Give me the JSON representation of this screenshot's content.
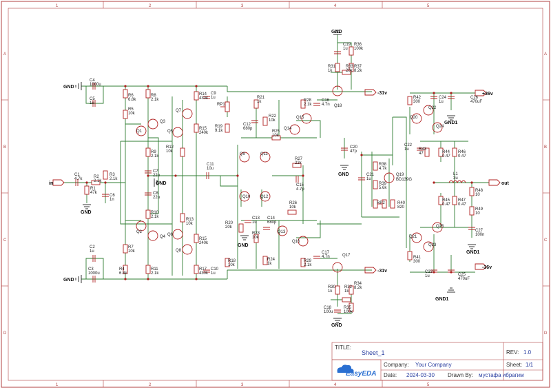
{
  "zones": {
    "columns": [
      "1",
      "2",
      "3",
      "4",
      "5"
    ],
    "rows": [
      "A",
      "B",
      "C",
      "D"
    ]
  },
  "nets": {
    "gnd": "GND",
    "gnd1": "GND1",
    "in": "in",
    "out": "out",
    "pos36": "+36v",
    "neg36": "-36v",
    "neg31": "-31v"
  },
  "components": {
    "C4": [
      "C4",
      "1000u"
    ],
    "C5": [
      "C5",
      "1u"
    ],
    "C1": [
      "C1",
      "4.7k"
    ],
    "R2": [
      "R2",
      "2.1k"
    ],
    "R3": [
      "R3",
      "2.1k"
    ],
    "R1": [
      "R1",
      "47k"
    ],
    "C6": [
      "C6",
      "1n"
    ],
    "C2": [
      "C2",
      "1u"
    ],
    "C3": [
      "C3",
      "1000u"
    ],
    "R4": [
      "R4",
      "6.8k"
    ],
    "R6": [
      "R6",
      "6.8k"
    ],
    "R5": [
      "R5",
      "10k"
    ],
    "R7": [
      "R7",
      "10k"
    ],
    "R8": [
      "R8",
      "2.1k"
    ],
    "R9": [
      "R9",
      "2.1k"
    ],
    "R10": [
      "R10",
      "2.1k"
    ],
    "R11": [
      "R11",
      "2.1k"
    ],
    "C7": [
      "C7",
      "22u"
    ],
    "C8": [
      "C8",
      "22u"
    ],
    "R12": [
      "R12",
      "10k"
    ],
    "R13": [
      "R13",
      "10k"
    ],
    "R15a": [
      "R15",
      "240k"
    ],
    "R15b": [
      "R15",
      "240k"
    ],
    "R14": [
      "R14",
      "430k"
    ],
    "R17": [
      "R17",
      "430k"
    ],
    "C9": [
      "C9",
      "1u"
    ],
    "C10": [
      "C10",
      "1u"
    ],
    "C11": [
      "C11",
      "10u"
    ],
    "RP1": [
      "RP1",
      ""
    ],
    "R19": [
      "R19",
      "9.1k"
    ],
    "R18": [
      "R18",
      "10k"
    ],
    "R21": [
      "R21",
      "1k"
    ],
    "C12": [
      "C12",
      "680p"
    ],
    "R22": [
      "R22",
      "10k"
    ],
    "R25": [
      "R25",
      "10k"
    ],
    "R27": [
      "R27",
      "22k"
    ],
    "C154": [
      "C15",
      "4.7p"
    ],
    "R26": [
      "R26",
      "10k"
    ],
    "C13": [
      "C13",
      "1u"
    ],
    "R20": [
      "R20",
      "20k"
    ],
    "R23": [
      "R23",
      "10k"
    ],
    "C14": [
      "C14",
      "680p"
    ],
    "R24": [
      "R24",
      "1k"
    ],
    "R28": [
      "R28",
      "2.1k"
    ],
    "C16": [
      "C16",
      "4.7n"
    ],
    "R29": [
      "R29",
      "2.1k"
    ],
    "C17": [
      "C17",
      "4.7n"
    ],
    "C19": [
      "C19",
      "1u"
    ],
    "R36": [
      "R36",
      "100k"
    ],
    "R31": [
      "R31",
      "1k"
    ],
    "R33": [
      "R33",
      "20k"
    ],
    "R37": [
      "R37",
      "8.2k"
    ],
    "R30": [
      "R30",
      "1k"
    ],
    "R32": [
      "R32",
      "1k"
    ],
    "R34": [
      "R34",
      "8.2k"
    ],
    "C18": [
      "C18",
      "100u"
    ],
    "R35": [
      "R35",
      "100k"
    ],
    "C20": [
      "C20",
      "47p"
    ],
    "C21": [
      "C21",
      "1u"
    ],
    "R38": [
      "R38",
      "4.7k"
    ],
    "R39": [
      "R39",
      "5.6k"
    ],
    "RP2": [
      "RP2",
      ""
    ],
    "R40": [
      "R40",
      "820"
    ],
    "R42": [
      "R42",
      "300"
    ],
    "R41": [
      "R41",
      "300"
    ],
    "C22": [
      "C22",
      "1u"
    ],
    "R43": [
      "R43",
      "47"
    ],
    "R44": [
      "R44",
      "0.47"
    ],
    "R46": [
      "R46",
      "0.47"
    ],
    "R45": [
      "R45",
      "0.47"
    ],
    "R47": [
      "R47",
      "0.47"
    ],
    "C24": [
      "C24",
      "1u"
    ],
    "C26": [
      "C26",
      "470uF"
    ],
    "C23": [
      "C23",
      "1u"
    ],
    "C25": [
      "C25",
      "470uF"
    ],
    "L1": [
      "L1",
      "3u"
    ],
    "R48": [
      "R48",
      "10"
    ],
    "R49": [
      "R49",
      "10"
    ],
    "C27": [
      "C27",
      "100n"
    ]
  },
  "transistors": {
    "Q1": "Q1",
    "Q2": "Q2",
    "Q3": "Q3",
    "Q4": "Q4",
    "Q5": "Q5",
    "Q6": "Q6",
    "Q7": "Q7",
    "Q8": "Q8",
    "Q9": "Q9",
    "Q10": "Q10",
    "Q11": "Q11",
    "Q12": "Q12",
    "Q13": "Q13",
    "Q14": "Q14",
    "Q15": "Q15",
    "Q16": "Q16",
    "Q17": "Q17",
    "Q18": "Q18",
    "Q19": "Q19",
    "Q19val": "BD139G",
    "Q20": "Q20",
    "Q21": "Q21",
    "Q22": "Q22",
    "Q23": "Q23",
    "Q24": "Q24",
    "Q25": "Q25"
  },
  "title_block": {
    "title_label": "TITLE:",
    "title_value": "Sheet_1",
    "rev_label": "REV:",
    "rev_value": "1.0",
    "company_label": "Company:",
    "company_value": "Your Company",
    "sheet_label": "Sheet:",
    "sheet_value": "1/1",
    "date_label": "Date:",
    "date_value": "2024-03-30",
    "drawn_label": "Drawn By:",
    "drawn_value": "мустафа ибрагим",
    "logo_text": "EasyEDA"
  }
}
